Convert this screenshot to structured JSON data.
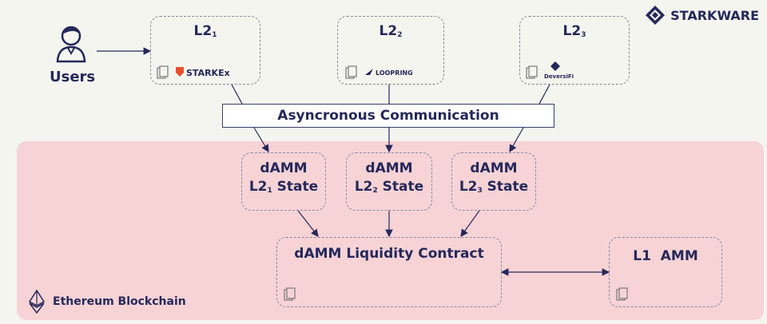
{
  "brand": {
    "name": "STARKWARE",
    "logo_icon": "starkware-diamond-icon"
  },
  "users": {
    "label": "Users",
    "icon": "user-avatar-icon"
  },
  "l2_boxes": [
    {
      "label": "L2",
      "sub": "1",
      "logo_text": "STARKEx"
    },
    {
      "label": "L2",
      "sub": "2",
      "logo_text": "LOOPRING"
    },
    {
      "label": "L2",
      "sub": "3",
      "logo_text": "DeversiFi"
    }
  ],
  "communication": {
    "label": "Asyncronous Communication"
  },
  "damm_states": [
    {
      "line1": "dAMM",
      "line2_pre": "L2",
      "sub": "1",
      "line2_post": " State"
    },
    {
      "line1": "dAMM",
      "line2_pre": "L2",
      "sub": "2",
      "line2_post": " State"
    },
    {
      "line1": "dAMM",
      "line2_pre": "L2",
      "sub": "3",
      "line2_post": " State"
    }
  ],
  "liquidity_contract": {
    "label": "dAMM Liquidity Contract"
  },
  "l1_amm": {
    "label": "L1  AMM"
  },
  "blockchain": {
    "label": "Ethereum Blockchain",
    "icon": "ethereum-icon"
  },
  "colors": {
    "navy": "#25285a",
    "chain_bg": "#f7d3d6",
    "dash": "#8a8aa0"
  }
}
